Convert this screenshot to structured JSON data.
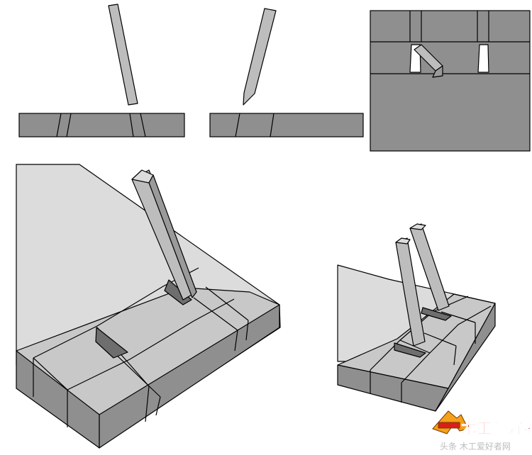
{
  "watermark": {
    "logo_text": "木工爱好者",
    "caption": "头条 木工爱好者网"
  },
  "colors": {
    "board_face": "#8f8f8f",
    "board_top": "#c8c8c8",
    "chisel": "#bdbdbd",
    "outline": "#000000",
    "logo_orange": "#f5a01a",
    "logo_red": "#d8201a"
  },
  "panels": [
    {
      "id": "chisel-vertical-cut",
      "icon": "chisel-icon"
    },
    {
      "id": "chisel-angled-cut",
      "icon": "chisel-icon"
    },
    {
      "id": "mortise-front-view",
      "icon": "chisel-icon"
    },
    {
      "id": "large-isometric-mortise",
      "icon": "chisel-icon"
    },
    {
      "id": "small-isometric-mortise",
      "icon": "chisel-icon"
    }
  ]
}
